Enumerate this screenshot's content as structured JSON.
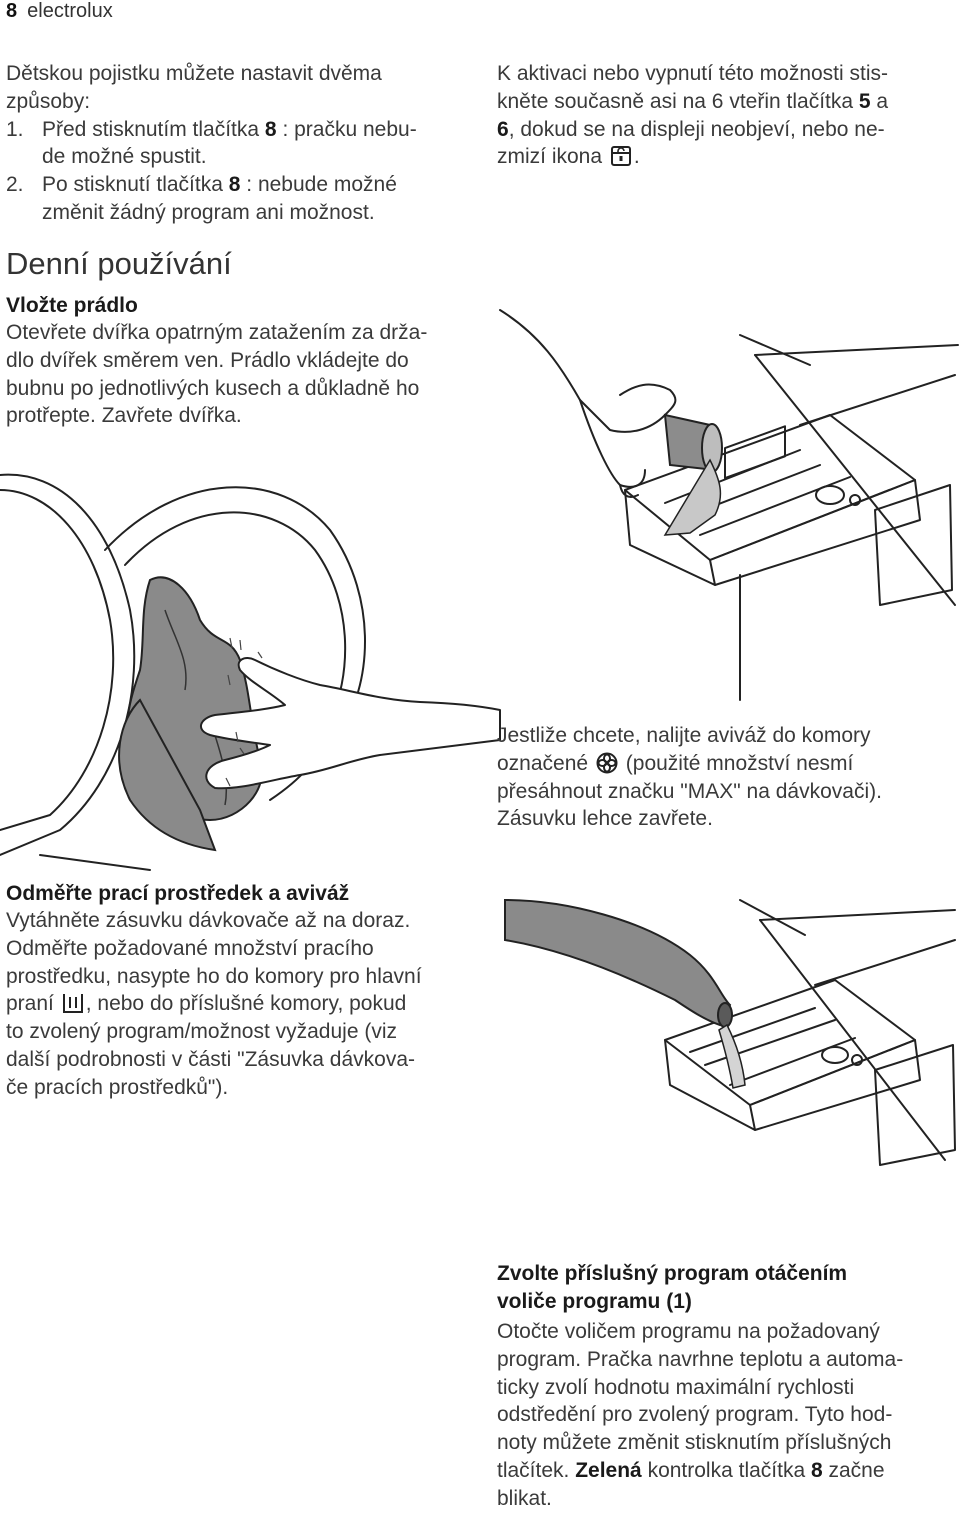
{
  "header": {
    "page_number": "8",
    "brand": "electrolux"
  },
  "child_lock": {
    "intro_1": "Dětskou pojistku můžete nastavit dvěma",
    "intro_2": "způsoby:",
    "item1_num": "1.",
    "item1_a": "Před stisknutím tlačítka ",
    "item1_bold": "8",
    "item1_b": " : pračku nebu-",
    "item1_c": "de možné spustit.",
    "item2_num": "2.",
    "item2_a": "Po stisknutí tlačítka ",
    "item2_bold": "8",
    "item2_b": " : nebude možné",
    "item2_c": "změnit žádný program ani možnost.",
    "right_1": "K aktivaci nebo vypnutí této možnosti stis-",
    "right_2a": "kněte současně asi na 6 vteřin tlačítka ",
    "right_2b": "5",
    "right_2c": " a",
    "right_3a": "6",
    "right_3b": ", dokud se na displeji neobjeví, nebo ne-",
    "right_4a": "zmizí ikona",
    "right_4b": "."
  },
  "daily_use": {
    "heading": "Denní používání",
    "load_heading": "Vložte prádlo",
    "load_1": "Otevřete dvířka opatrným zatažením za drža-",
    "load_2": "dlo dvířek směrem ven. Prádlo vkládejte do",
    "load_3": "bubnu po jednotlivých kusech a důkladně ho",
    "load_4": "protřepte. Zavřete dvířka.",
    "softener_1": "Jestliže chcete, nalijte aviváž do komory",
    "softener_2a": "označené",
    "softener_2b": "(použité množství nesmí",
    "softener_3": "přesáhnout značku \"MAX\" na dávkovači).",
    "softener_4": "Zásuvku lehce zavřete.",
    "measure_heading": "Odměřte prací prostředek a aviváž",
    "measure_1": "Vytáhněte zásuvku dávkovače až na doraz.",
    "measure_2": "Odměřte požadované množství pracího",
    "measure_3": "prostředku, nasypte ho do komory pro hlavní",
    "measure_4a": "praní",
    "measure_4b": ", nebo do příslušné komory, pokud",
    "measure_5": "to zvolený program/možnost vyžaduje (viz",
    "measure_6": "další podrobnosti v části \"Zásuvka dávkova-",
    "measure_7": "če pracích prostředků\").",
    "program_heading_1": "Zvolte příslušný program otáčením",
    "program_heading_2": "voliče programu (1)",
    "program_1": "Otočte voličem programu na požadovaný",
    "program_2": "program. Pračka navrhne teplotu a automa-",
    "program_3": "ticky zvolí hodnotu maximální rychlosti",
    "program_4": "odstředění pro zvolený program. Tyto hod-",
    "program_5": "noty můžete změnit stisknutím příslušných",
    "program_6a": "tlačítek. ",
    "program_6b": "Zelená",
    "program_6c": " kontrolka tlačítka ",
    "program_6d": "8",
    "program_6e": " začne",
    "program_7": "blikat."
  },
  "icons": {
    "lock": "child-lock-icon",
    "softener": "softener-flower-icon",
    "main_wash": "main-wash-compartment-icon"
  }
}
